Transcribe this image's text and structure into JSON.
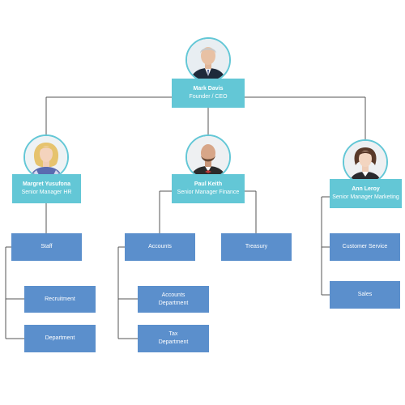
{
  "org_chart": {
    "ceo": {
      "name": "Mark Davis",
      "title": "Founder / CEO"
    },
    "managers": [
      {
        "name": "Margret Yusufona",
        "title": "Senior Manager HR"
      },
      {
        "name": "Paul Keith",
        "title": "Senior Manager Finance"
      },
      {
        "name": "Ann Leroy",
        "title": "Senior Manager Marketing"
      }
    ],
    "units": {
      "staff": "Staff",
      "recruitment": "Recruitment",
      "department": "Department",
      "accounts": "Accounts",
      "treasury": "Treasury",
      "accounts_department": "Accounts\nDepartment",
      "tax_department": "Tax\nDepartment",
      "customer_service": "Customer Service",
      "sales": "Sales"
    }
  },
  "colors": {
    "title_box": "#63c7d6",
    "unit_box": "#5b8fcc",
    "connector": "#555555",
    "text": "#ffffff"
  }
}
